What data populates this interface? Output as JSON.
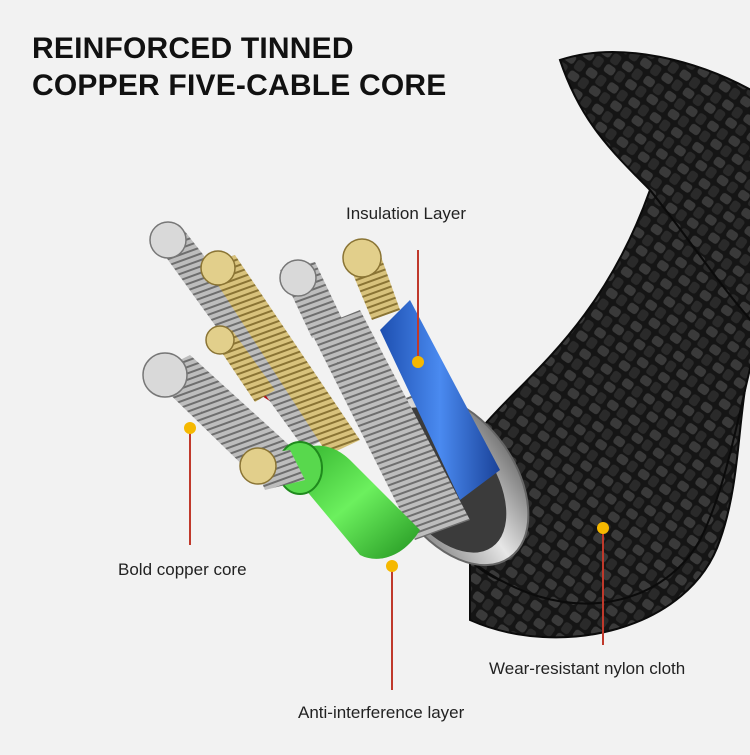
{
  "title": {
    "line1": "REINFORCED TINNED",
    "line2": "COPPER FIVE-CABLE CORE"
  },
  "labels": {
    "insulation": "Insulation Layer",
    "copper": "Bold copper core",
    "nylon": "Wear-resistant nylon cloth",
    "anti": "Anti-interference layer"
  },
  "colors": {
    "background": "#f2f2f2",
    "braid": "#1a1a1a",
    "leader_line": "#c0392b",
    "marker_dot": "#f5b800",
    "wire_blue": "#2f6fd6",
    "wire_green": "#3fd23a",
    "wire_red": "#b3161a",
    "shield_silver": "#c8c8c8",
    "copper_tinned": "#d9c58a"
  }
}
